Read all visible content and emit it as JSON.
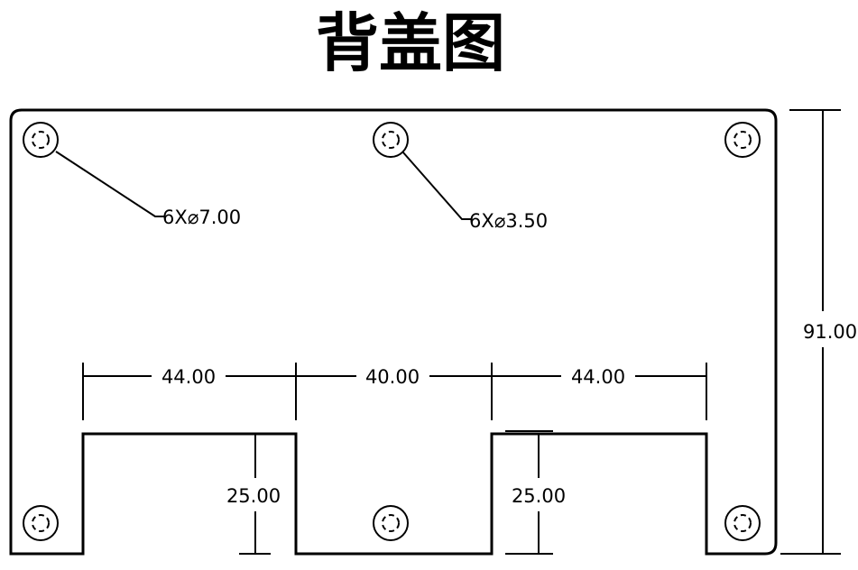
{
  "title": "背盖图",
  "callouts": {
    "large_holes": "6X⌀7.00",
    "small_holes": "6X⌀3.50"
  },
  "dimensions": {
    "height": "91.00",
    "slot_left_width": "44.00",
    "gap_width": "40.00",
    "slot_right_width": "44.00",
    "slot_left_depth": "25.00",
    "slot_right_depth": "25.00"
  }
}
